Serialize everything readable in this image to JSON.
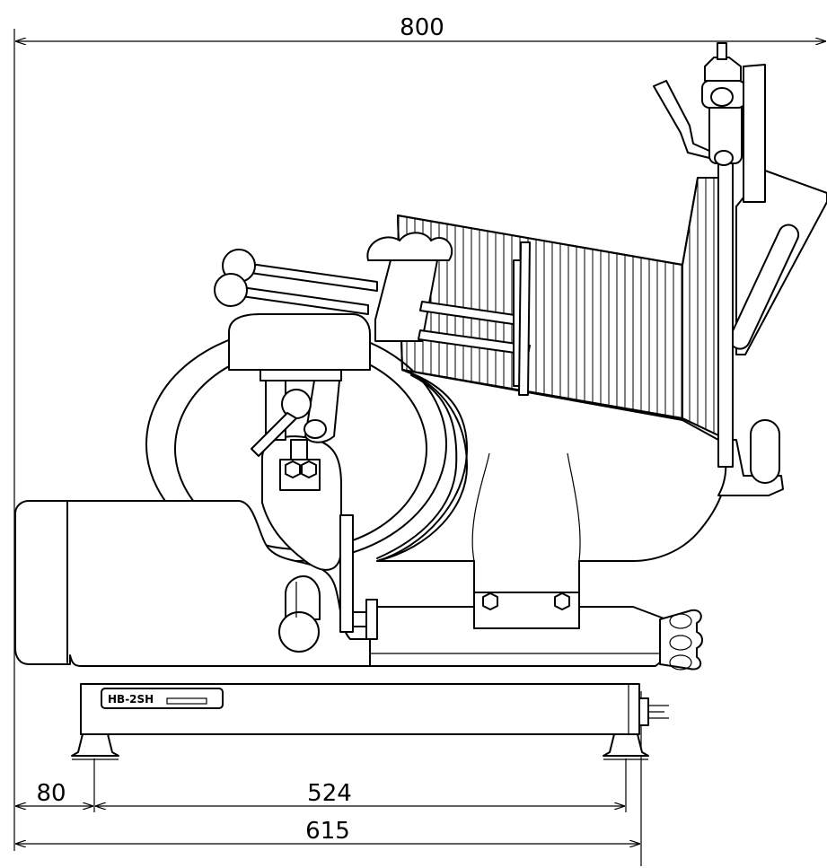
{
  "dimensions": {
    "overall_width": "800",
    "front_overhang": "80",
    "foot_spacing": "524",
    "base_length": "615"
  },
  "model_label": "HB-2SH"
}
